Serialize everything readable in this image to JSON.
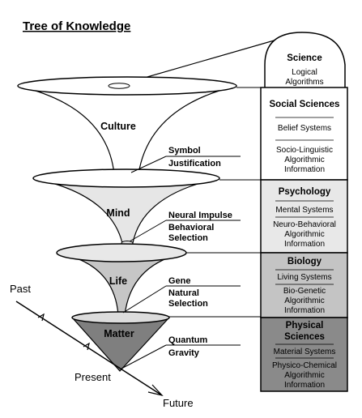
{
  "title": "Tree of Knowledge",
  "levels": [
    {
      "name": "Culture",
      "labels": [
        "Symbol",
        "Justification"
      ]
    },
    {
      "name": "Mind",
      "labels": [
        "Neural Impulse",
        "Behavioral",
        "Selection"
      ]
    },
    {
      "name": "Life",
      "labels": [
        "Gene",
        "Natural",
        "Selection"
      ]
    },
    {
      "name": "Matter",
      "labels": [
        "Quantum",
        "Gravity"
      ]
    }
  ],
  "science": {
    "head": "Science",
    "items": [
      "Logical",
      "Algorithms"
    ]
  },
  "boxes": [
    {
      "head": [
        "Social Sciences"
      ],
      "items": [
        [
          "Belief Systems"
        ],
        [
          "Socio-Linguistic",
          "Algorithmic",
          "Information"
        ]
      ],
      "fill": "#ffffff"
    },
    {
      "head": [
        "Psychology"
      ],
      "items": [
        [
          "Mental Systems"
        ],
        [
          "Neuro-Behavioral",
          "Algorithmic",
          "Information"
        ]
      ],
      "fill": "#e8e8e8"
    },
    {
      "head": [
        "Biology"
      ],
      "items": [
        [
          "Living Systems"
        ],
        [
          "Bio-Genetic",
          "Algorithmic",
          "Information"
        ]
      ],
      "fill": "#c4c4c4"
    },
    {
      "head": [
        "Physical",
        "Sciences"
      ],
      "items": [
        [
          "Material Systems"
        ],
        [
          "Physico-Chemical",
          "Algorithmic",
          "Information"
        ]
      ],
      "fill": "#8a8a8a"
    }
  ],
  "time": {
    "past": "Past",
    "present": "Present",
    "future": "Future"
  },
  "colors": {
    "culture": "#ffffff",
    "mind": "#e6e6e6",
    "life": "#c6c6c6",
    "matter": "#7f7f7f",
    "stroke": "#000000"
  }
}
